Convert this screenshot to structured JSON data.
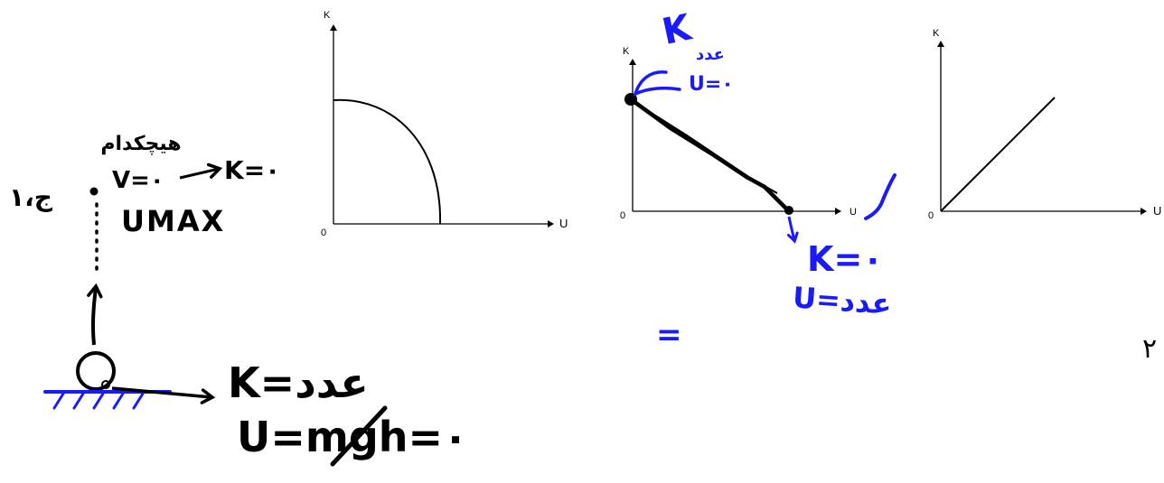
{
  "graphs": [
    {
      "id": "graph-1",
      "y_axis_label": "K",
      "x_axis_label": "U",
      "origin_label": "0",
      "curve": "quarter-circle"
    },
    {
      "id": "graph-2",
      "y_axis_label": "K",
      "x_axis_label": "U",
      "origin_label": "0",
      "curve": "decreasing-line"
    },
    {
      "id": "graph-3",
      "y_axis_label": "K",
      "x_axis_label": "U",
      "origin_label": "0",
      "curve": "increasing-line"
    }
  ],
  "annotations": {
    "left_heading": "هیچکدام",
    "left_option": "ج،۱",
    "top_state_v": "V=۰",
    "top_state_k": "K=۰",
    "top_state_u": "UMAX",
    "bottom_state_k": "K=عدد",
    "bottom_state_u": "U=mgh=۰",
    "graph2_k_label": "K",
    "graph2_k_value": "عدد",
    "graph2_u_zero": "U=۰",
    "graph2_k_zero": "K=۰",
    "graph2_u_value": "U=عدد",
    "equals_mark": "=",
    "check_mark": "✓",
    "page_number": "۲"
  },
  "colors": {
    "ink_black": "#000000",
    "ink_blue": "#1a1aff",
    "background": "#ffffff"
  }
}
